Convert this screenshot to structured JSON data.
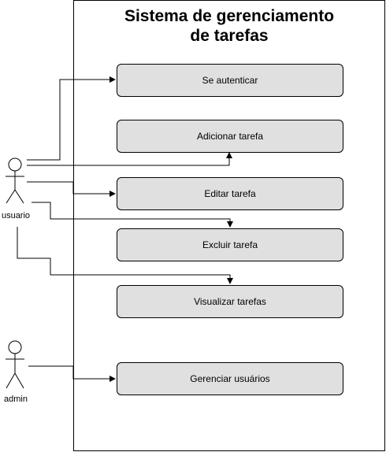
{
  "system": {
    "title_line1": "Sistema de gerenciamento",
    "title_line2": "de tarefas"
  },
  "actors": {
    "usuario": {
      "label": "usuario"
    },
    "admin": {
      "label": "admin"
    }
  },
  "use_cases": [
    {
      "label": "Se autenticar"
    },
    {
      "label": "Adicionar tarefa"
    },
    {
      "label": "Editar tarefa"
    },
    {
      "label": "Excluir tarefa"
    },
    {
      "label": "Visualizar tarefas"
    },
    {
      "label": "Gerenciar usuários"
    }
  ],
  "associations": [
    {
      "from": "usuario",
      "to": "Se autenticar"
    },
    {
      "from": "usuario",
      "to": "Adicionar tarefa"
    },
    {
      "from": "usuario",
      "to": "Editar tarefa"
    },
    {
      "from": "usuario",
      "to": "Excluir tarefa"
    },
    {
      "from": "usuario",
      "to": "Visualizar tarefas"
    },
    {
      "from": "admin",
      "to": "Gerenciar usuários"
    }
  ],
  "colors": {
    "usecase_fill": "#e0e0e0",
    "stroke": "#000000",
    "background": "#ffffff"
  }
}
